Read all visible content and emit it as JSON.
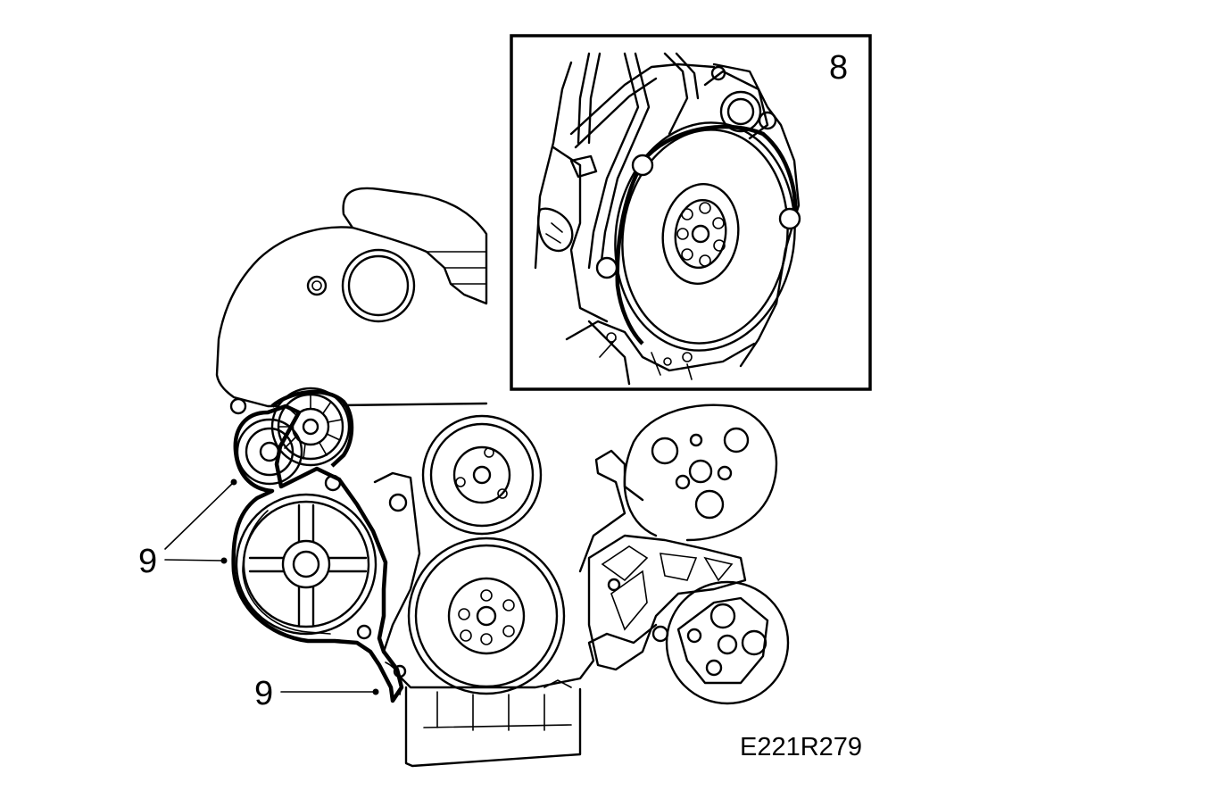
{
  "callouts": {
    "inset_number": "8",
    "belt_label_upper": "9",
    "belt_label_lower": "9"
  },
  "figure_code": "E221R279"
}
